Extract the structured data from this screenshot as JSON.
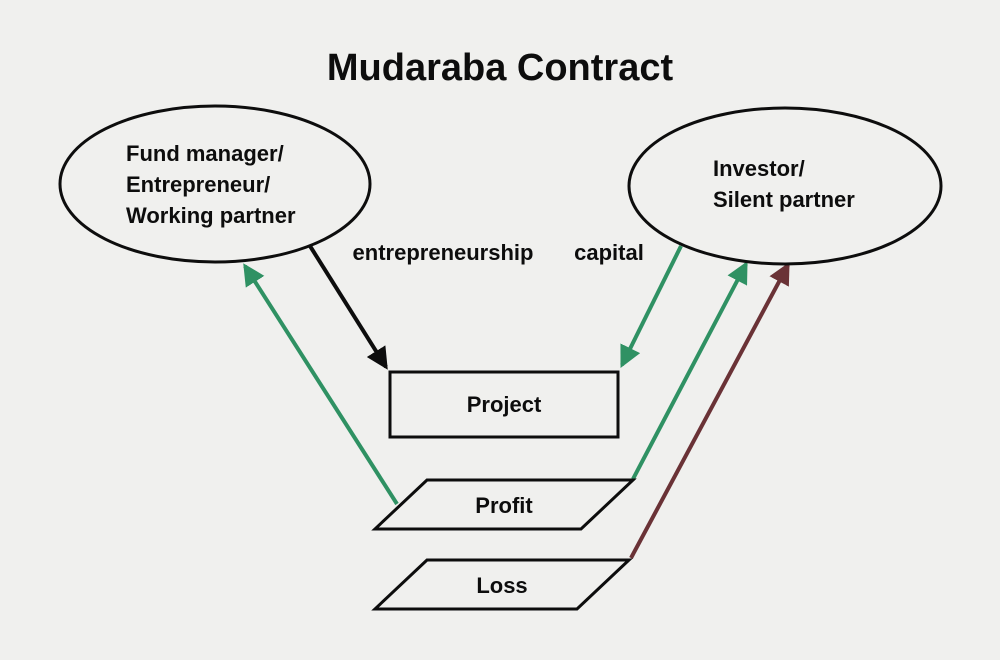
{
  "title": "Mudaraba Contract",
  "colors": {
    "background": "#f0f0ee",
    "node_fill": "#f0f0ee",
    "node_stroke": "#0d0d0d",
    "arrow_black": "#0d0d0d",
    "arrow_green": "#2f9163",
    "arrow_maroon": "#6a3236"
  },
  "nodes": {
    "fund_manager": {
      "shape": "ellipse",
      "lines": [
        "Fund manager/",
        "Entrepreneur/",
        "Working partner"
      ]
    },
    "investor": {
      "shape": "ellipse",
      "lines": [
        "Investor/",
        "Silent partner"
      ]
    },
    "project": {
      "shape": "rectangle",
      "label": "Project"
    },
    "profit": {
      "shape": "parallelogram",
      "label": "Profit"
    },
    "loss": {
      "shape": "parallelogram",
      "label": "Loss"
    }
  },
  "edges": [
    {
      "id": "entrepreneurship",
      "label": "entrepreneurship",
      "from": "fund_manager",
      "to": "project",
      "color": "black"
    },
    {
      "id": "capital",
      "label": "capital",
      "from": "investor",
      "to": "project",
      "color": "green"
    },
    {
      "id": "profit-to-fund-manager",
      "label": "",
      "from": "profit",
      "to": "fund_manager",
      "color": "green"
    },
    {
      "id": "profit-to-investor",
      "label": "",
      "from": "profit",
      "to": "investor",
      "color": "green"
    },
    {
      "id": "loss-to-investor",
      "label": "",
      "from": "loss",
      "to": "investor",
      "color": "maroon"
    }
  ]
}
